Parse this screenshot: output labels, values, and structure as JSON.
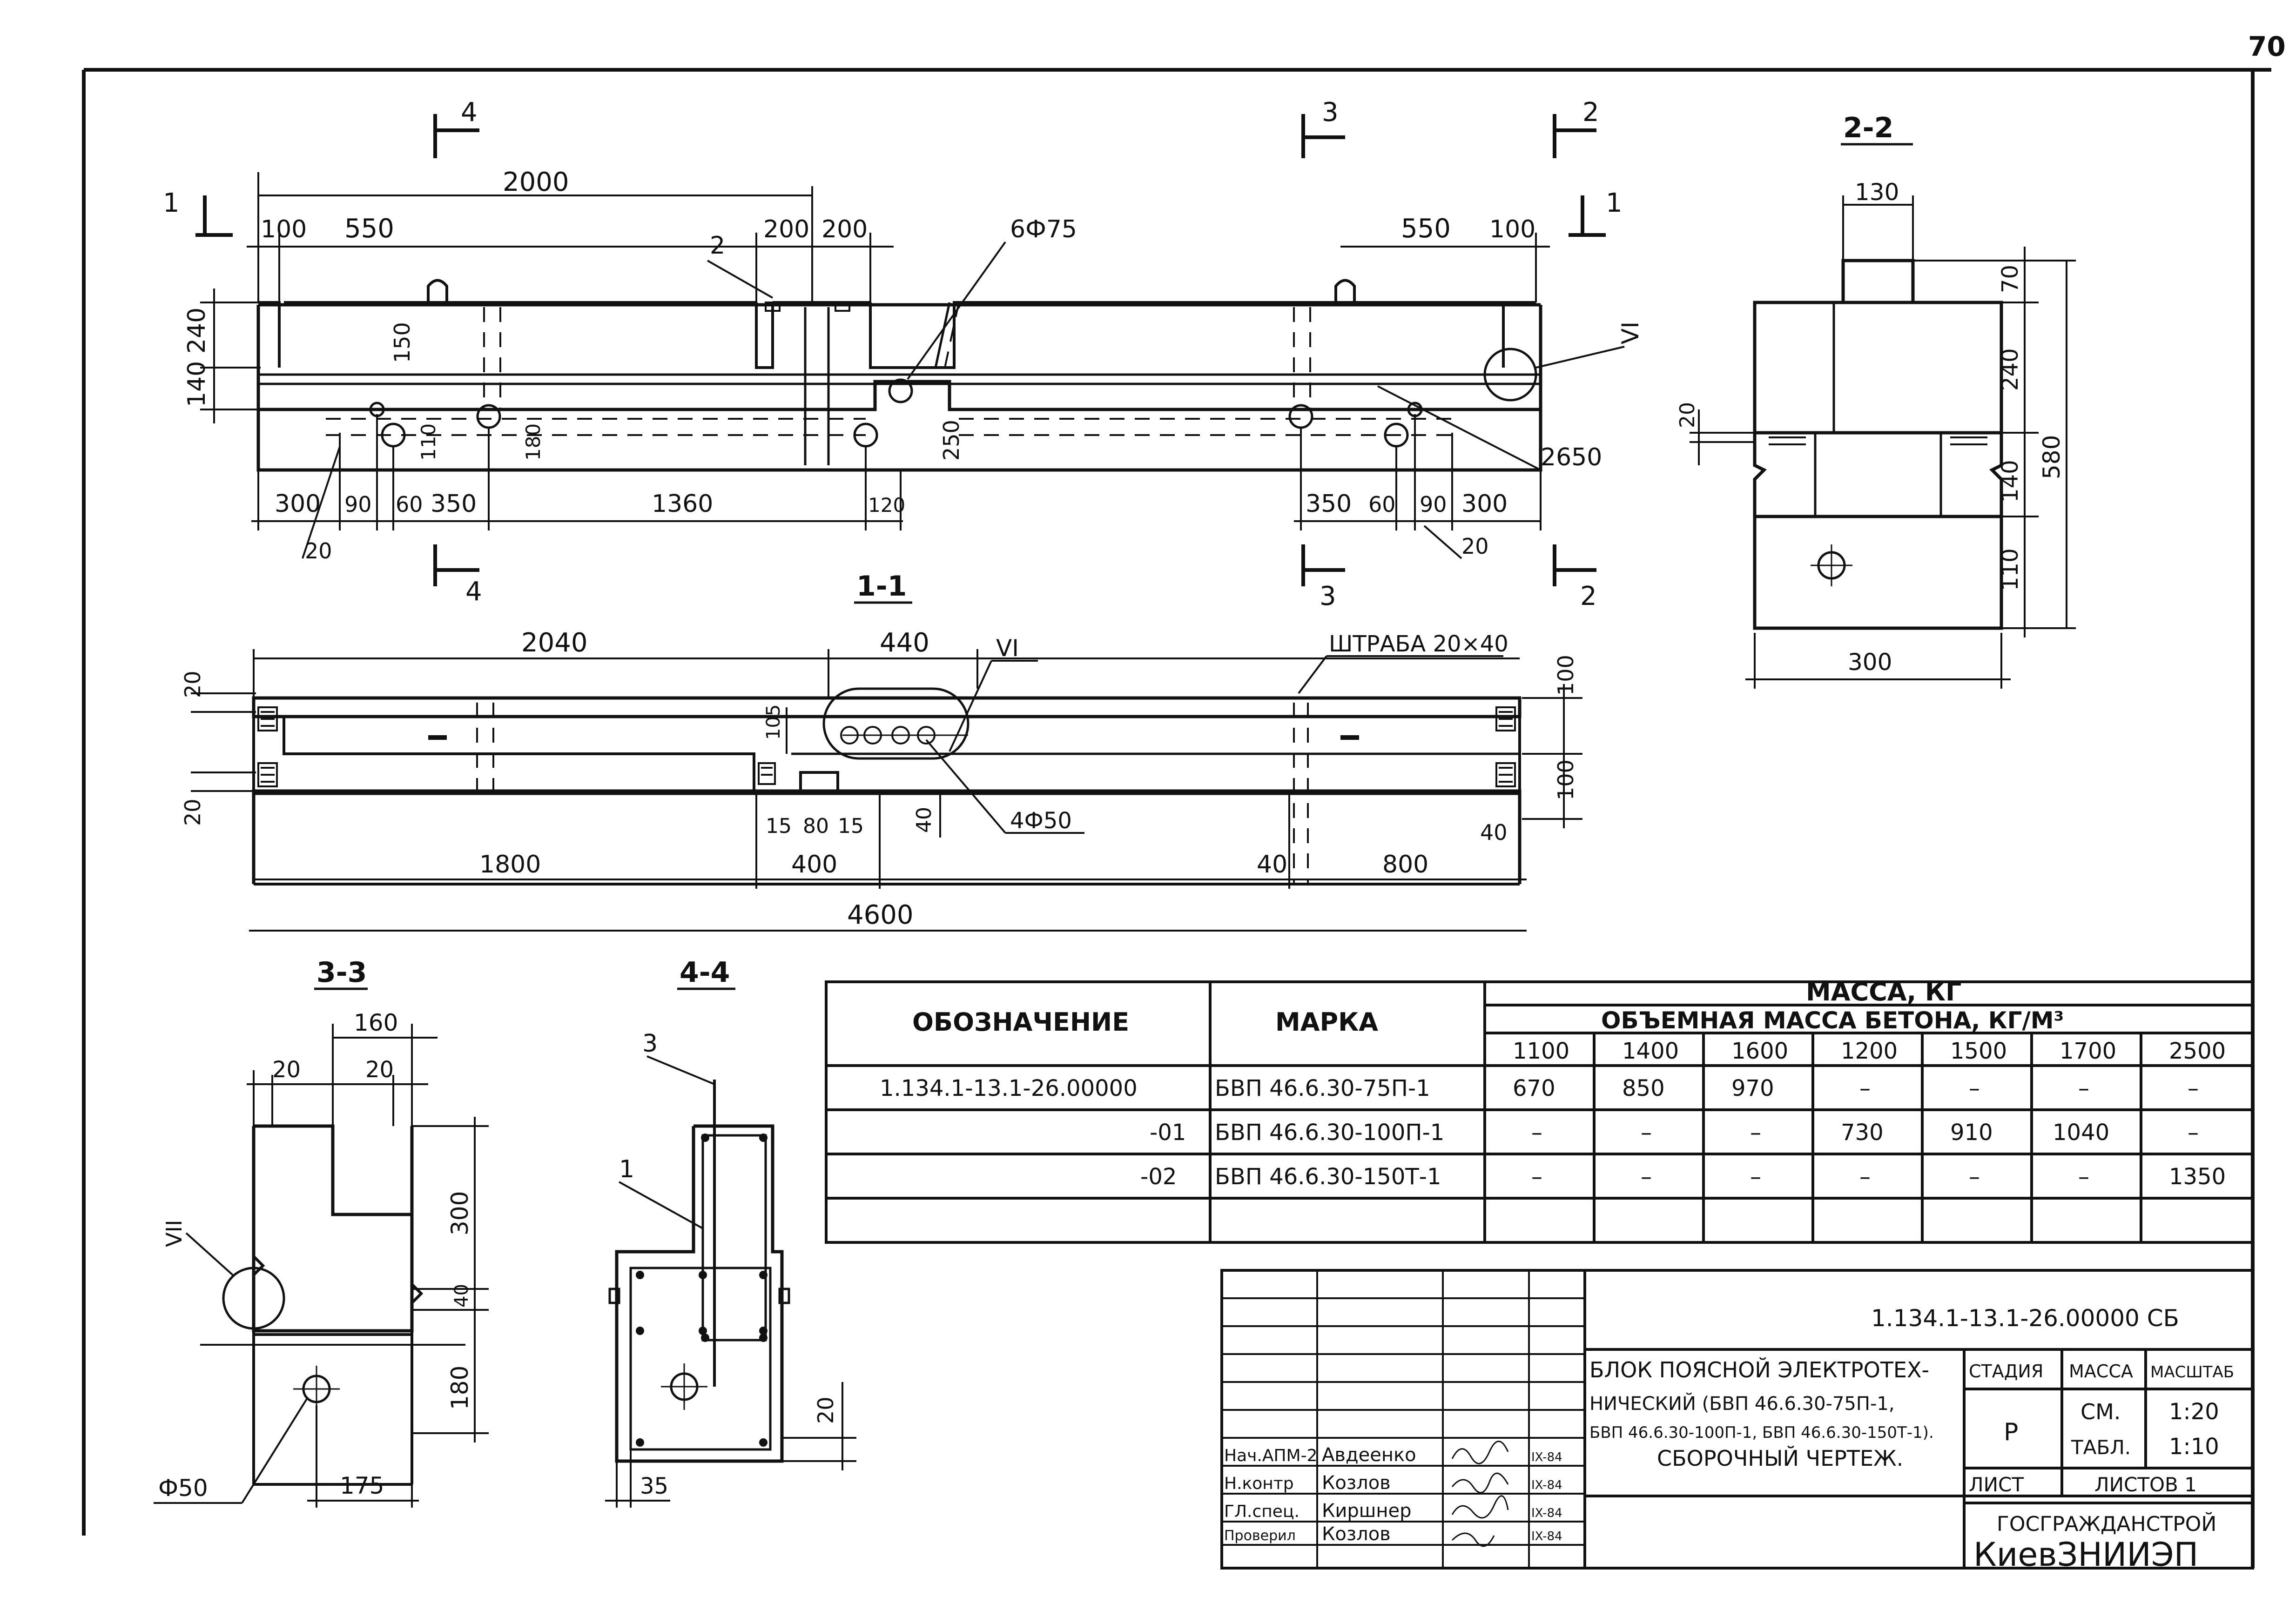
{
  "sheet_number": "70",
  "views": {
    "plan": {
      "section_marks": [
        "4",
        "3",
        "2",
        "1",
        "1",
        "4",
        "3",
        "2"
      ],
      "dims_top": [
        "2000",
        "100",
        "550",
        "200",
        "200",
        "550",
        "100"
      ],
      "dims_left": [
        "240",
        "140"
      ],
      "dims_inner": [
        "150",
        "110",
        "180",
        "250"
      ],
      "dims_bottom": [
        "300",
        "90",
        "60",
        "350",
        "1360",
        "120",
        "350",
        "60",
        "90",
        "300"
      ],
      "dims_small": [
        "20",
        "20"
      ],
      "callouts": [
        "2",
        "6Ф75",
        "VI",
        "2650"
      ]
    },
    "section_1_1": {
      "title": "1-1",
      "dims_top": [
        "2040",
        "440"
      ],
      "callout_detail": "VI",
      "groove": "ШТРАБА 20×40",
      "dims_left": [
        "20",
        "20"
      ],
      "dims_right": [
        "100",
        "100",
        "40"
      ],
      "dims_inner": [
        "105",
        "40",
        "15",
        "80",
        "15"
      ],
      "holes": "4Ф50",
      "dims_bottom": [
        "1800",
        "400",
        "40",
        "800"
      ],
      "total": "4600"
    },
    "section_2_2": {
      "title": "2-2",
      "dims": [
        "130",
        "70",
        "240",
        "580",
        "20",
        "140",
        "110",
        "300"
      ]
    },
    "section_3_3": {
      "title": "3-3",
      "dims": [
        "160",
        "20",
        "20",
        "300",
        "40",
        "180",
        "175"
      ],
      "detail": "VII",
      "hole": "Ф50"
    },
    "section_4_4": {
      "title": "4-4",
      "callouts": [
        "3",
        "1"
      ],
      "dims": [
        "20",
        "35"
      ]
    }
  },
  "mass_table": {
    "col_designation": "ОБОЗНАЧЕНИЕ",
    "col_mark": "МАРКА",
    "col_mass": "МАССА, КГ",
    "col_density": "ОБЪЕМНАЯ МАССА БЕТОНА, КГ/М³",
    "densities": [
      "1100",
      "1400",
      "1600",
      "1200",
      "1500",
      "1700",
      "2500"
    ],
    "rows": [
      {
        "designation": "1.134.1-13.1-26.00000",
        "mark": "БВП 46.6.30-75П-1",
        "values": [
          "670",
          "850",
          "970",
          "–",
          "–",
          "–",
          "–"
        ]
      },
      {
        "designation": "-01",
        "mark": "БВП 46.6.30-100П-1",
        "values": [
          "–",
          "–",
          "–",
          "730",
          "910",
          "1040",
          "–"
        ]
      },
      {
        "designation": "-02",
        "mark": "БВП 46.6.30-150Т-1",
        "values": [
          "–",
          "–",
          "–",
          "–",
          "–",
          "–",
          "1350"
        ]
      }
    ]
  },
  "title_block": {
    "code": "1.134.1-13.1-26.00000 СБ",
    "description": [
      "БЛОК ПОЯСНОЙ ЭЛЕКТРОТЕХ-",
      "НИЧЕСКИЙ (БВП 46.6.30-75П-1,",
      "БВП 46.6.30-100П-1, БВП 46.6.30-150Т-1).",
      "СБОРОЧНЫЙ ЧЕРТЕЖ."
    ],
    "stage_label": "СТАДИЯ",
    "mass_label": "МАССА",
    "scale_label": "МАСШТАБ",
    "stage": "Р",
    "mass_value": [
      "СМ.",
      "ТАБЛ."
    ],
    "scales": [
      "1:20",
      "1:10"
    ],
    "sheet_label": "ЛИСТ",
    "sheets_label": "ЛИСТОВ 1",
    "org1": "ГОСГРАЖДАНСТРОЙ",
    "org2": "КиевЗНИИЭП",
    "signers": [
      {
        "role": "Нач.АПМ-2",
        "name": "Авдеенко",
        "date": "IX-84"
      },
      {
        "role": "Н.контр",
        "name": "Козлов",
        "date": "IX-84"
      },
      {
        "role": "ГЛ.спец.",
        "name": "Киршнер",
        "date": "IX-84"
      },
      {
        "role": "Проверил",
        "name": "Козлов",
        "date": "IX-84"
      }
    ]
  }
}
